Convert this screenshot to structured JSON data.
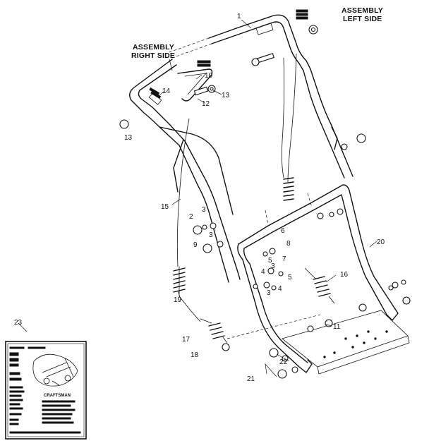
{
  "assembly_labels": {
    "right_side_line1": "ASSEMBLY",
    "right_side_line2": "RIGHT SIDE",
    "left_side_line1": "ASSEMBLY",
    "left_side_line2": "LEFT SIDE"
  },
  "callouts": {
    "c1": "1",
    "c2": "2",
    "c3a": "3",
    "c3b": "3",
    "c3c": "3",
    "c3d": "3",
    "c4a": "4",
    "c4b": "4",
    "c5a": "5",
    "c5b": "5",
    "c6": "6",
    "c7": "7",
    "c8": "8",
    "c9": "9",
    "c10": "10",
    "c11": "11",
    "c12": "12",
    "c13a": "13",
    "c13b": "13",
    "c14": "14",
    "c15": "15",
    "c16": "16",
    "c17": "17",
    "c18": "18",
    "c19": "19",
    "c20": "20",
    "c21": "21",
    "c22": "22",
    "c23": "23"
  },
  "manual": {
    "brand": "CRAFTSMAN"
  }
}
